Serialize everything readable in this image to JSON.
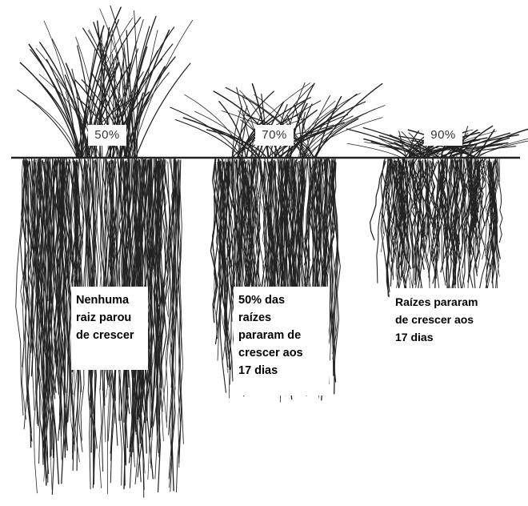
{
  "plants": [
    {
      "label": "50%",
      "caption": "Nenhuma\nraiz parou\nde crescer"
    },
    {
      "label": "70%",
      "caption": "50% das\nraízes\npararam de\ncrescer aos\n17 dias"
    },
    {
      "label": "90%",
      "caption": "Raízes pararam\nde crescer aos\n17 dias"
    }
  ],
  "colors": {
    "ink": "#222222",
    "background": "#ffffff"
  }
}
